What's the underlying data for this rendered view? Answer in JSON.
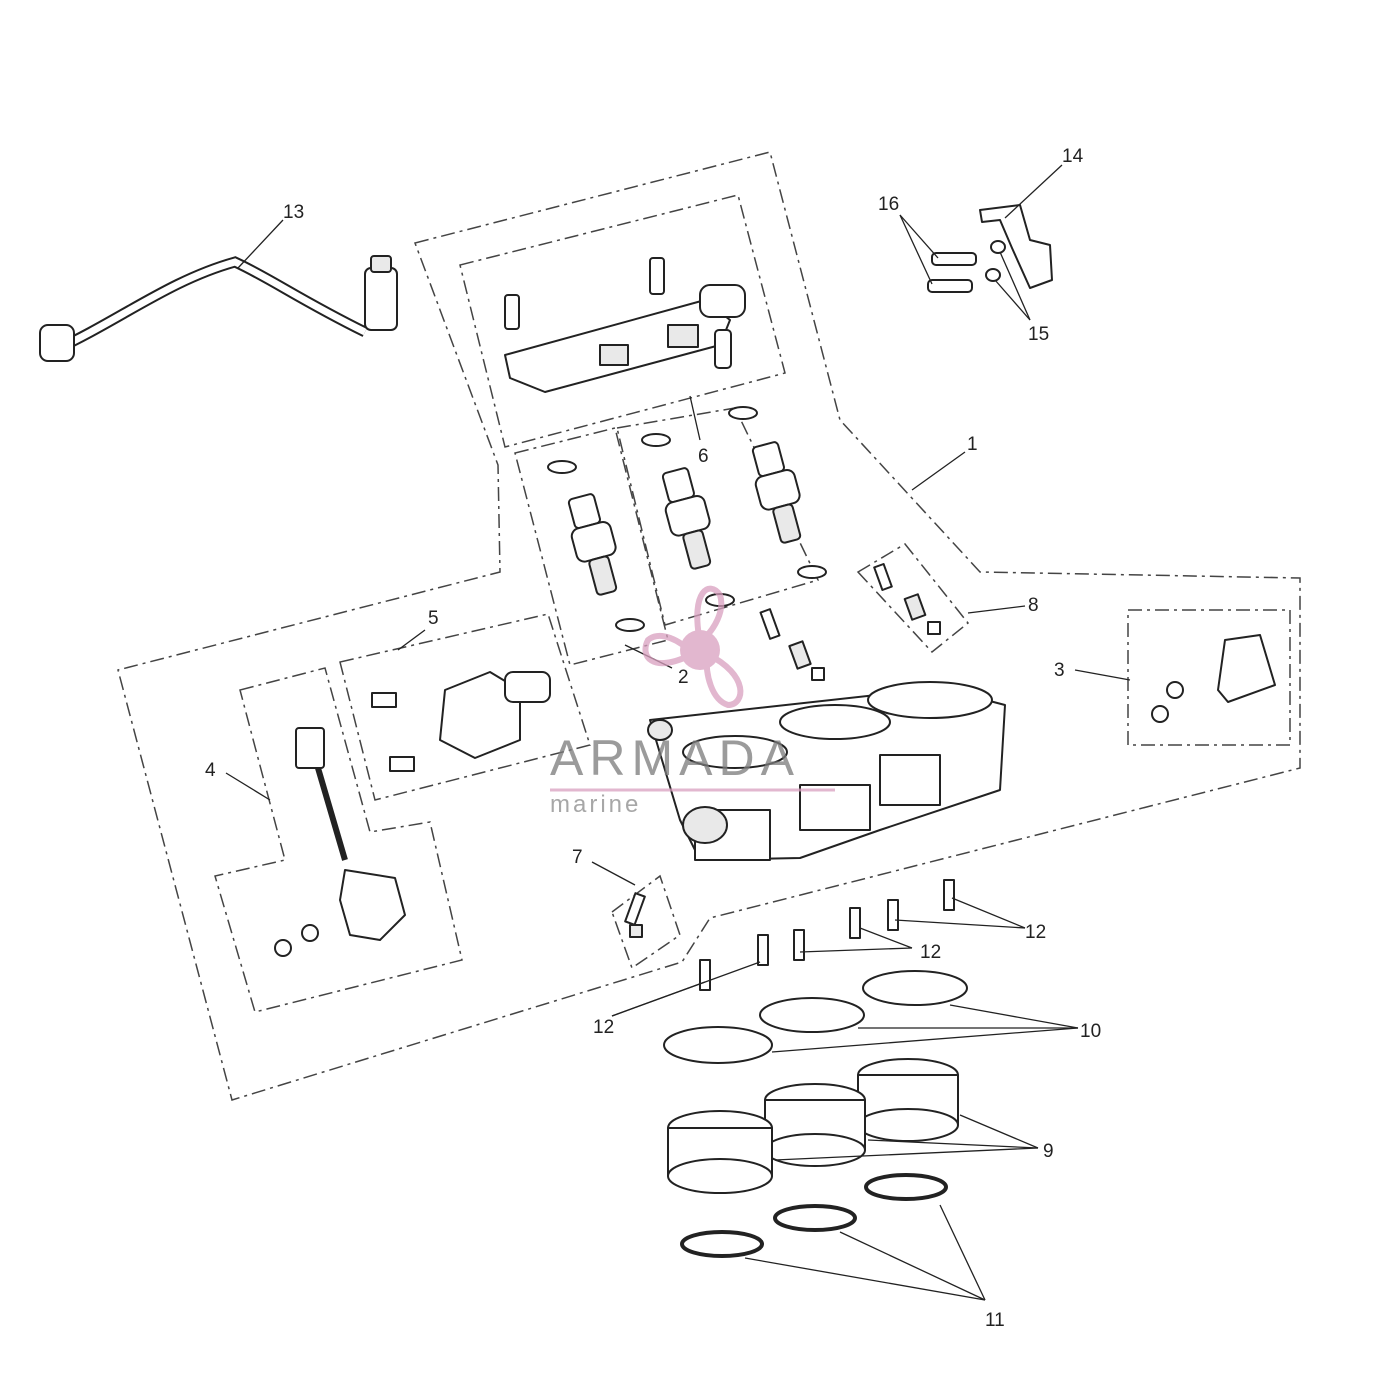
{
  "callouts": {
    "c1": "1",
    "c2": "2",
    "c3": "3",
    "c4": "4",
    "c5": "5",
    "c6": "6",
    "c7": "7",
    "c8": "8",
    "c9": "9",
    "c10": "10",
    "c11": "11",
    "c12a": "12",
    "c12b": "12",
    "c12c": "12",
    "c13": "13",
    "c14": "14",
    "c15": "15",
    "c16": "16"
  },
  "watermark": {
    "brand": "ARMADA",
    "tagline": "marine",
    "logo_icon": "propeller-icon",
    "color": "#d9a0bf"
  }
}
